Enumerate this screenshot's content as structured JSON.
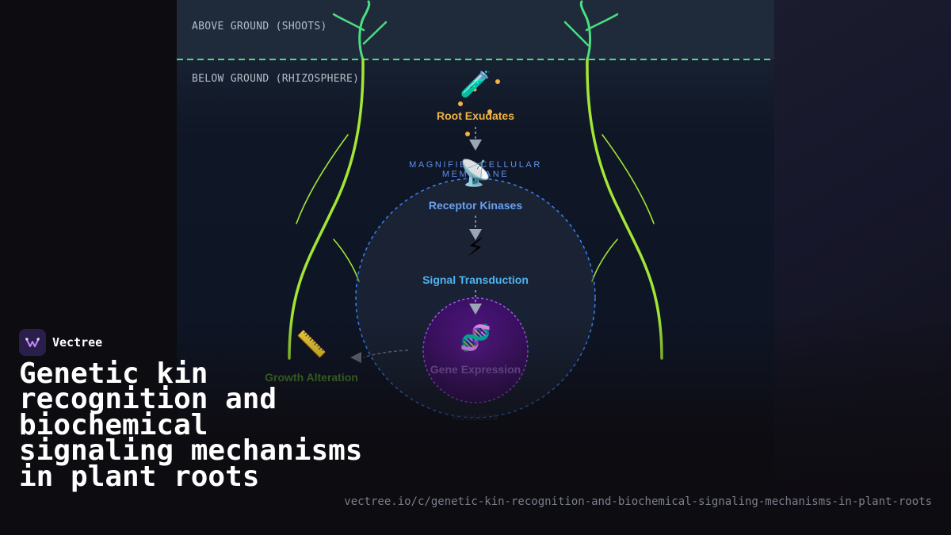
{
  "diagram": {
    "zones": {
      "above": "ABOVE GROUND (SHOOTS)",
      "below": "BELOW GROUND (RHIZOSPHERE)"
    },
    "membrane_label": "MAGNIFIED CELLULAR MEMBRANE",
    "nucleus_label": "NUCLEUS",
    "nodes": [
      {
        "id": "root-exudates",
        "icon": "test-tube-icon",
        "glyph": "🧪",
        "label": "Root Exudates",
        "color": "#f2b441"
      },
      {
        "id": "receptor-kinases",
        "icon": "satellite-dish-icon",
        "glyph": "📡",
        "label": "Receptor Kinases",
        "color": "#6aa0f0"
      },
      {
        "id": "signal-transduction",
        "icon": "lightning-icon",
        "glyph": "⚡",
        "label": "Signal Transduction",
        "color": "#4fb3f0"
      },
      {
        "id": "gene-expression",
        "icon": "dna-icon",
        "glyph": "🧬",
        "label": "Gene Expression",
        "color": "#8b5fb8"
      },
      {
        "id": "growth-alteration",
        "icon": "ruler-icon",
        "glyph": "📏",
        "label": "Growth Alteration",
        "color": "#4f8a2a"
      }
    ],
    "colors": {
      "shoot": "#4ade80",
      "root": "#a3e635",
      "ground_line": "#4ade80",
      "membrane": "#3b82f6",
      "nucleus": "#7e22ce",
      "exudate_dot": "#f2b441"
    }
  },
  "brand": {
    "name": "Vectree",
    "logo_icon": "vectree-logo-icon"
  },
  "title": "Genetic kin recognition and biochemical signaling mechanisms in plant roots",
  "url": "vectree.io/c/genetic-kin-recognition-and-biochemical-signaling-mechanisms-in-plant-roots"
}
